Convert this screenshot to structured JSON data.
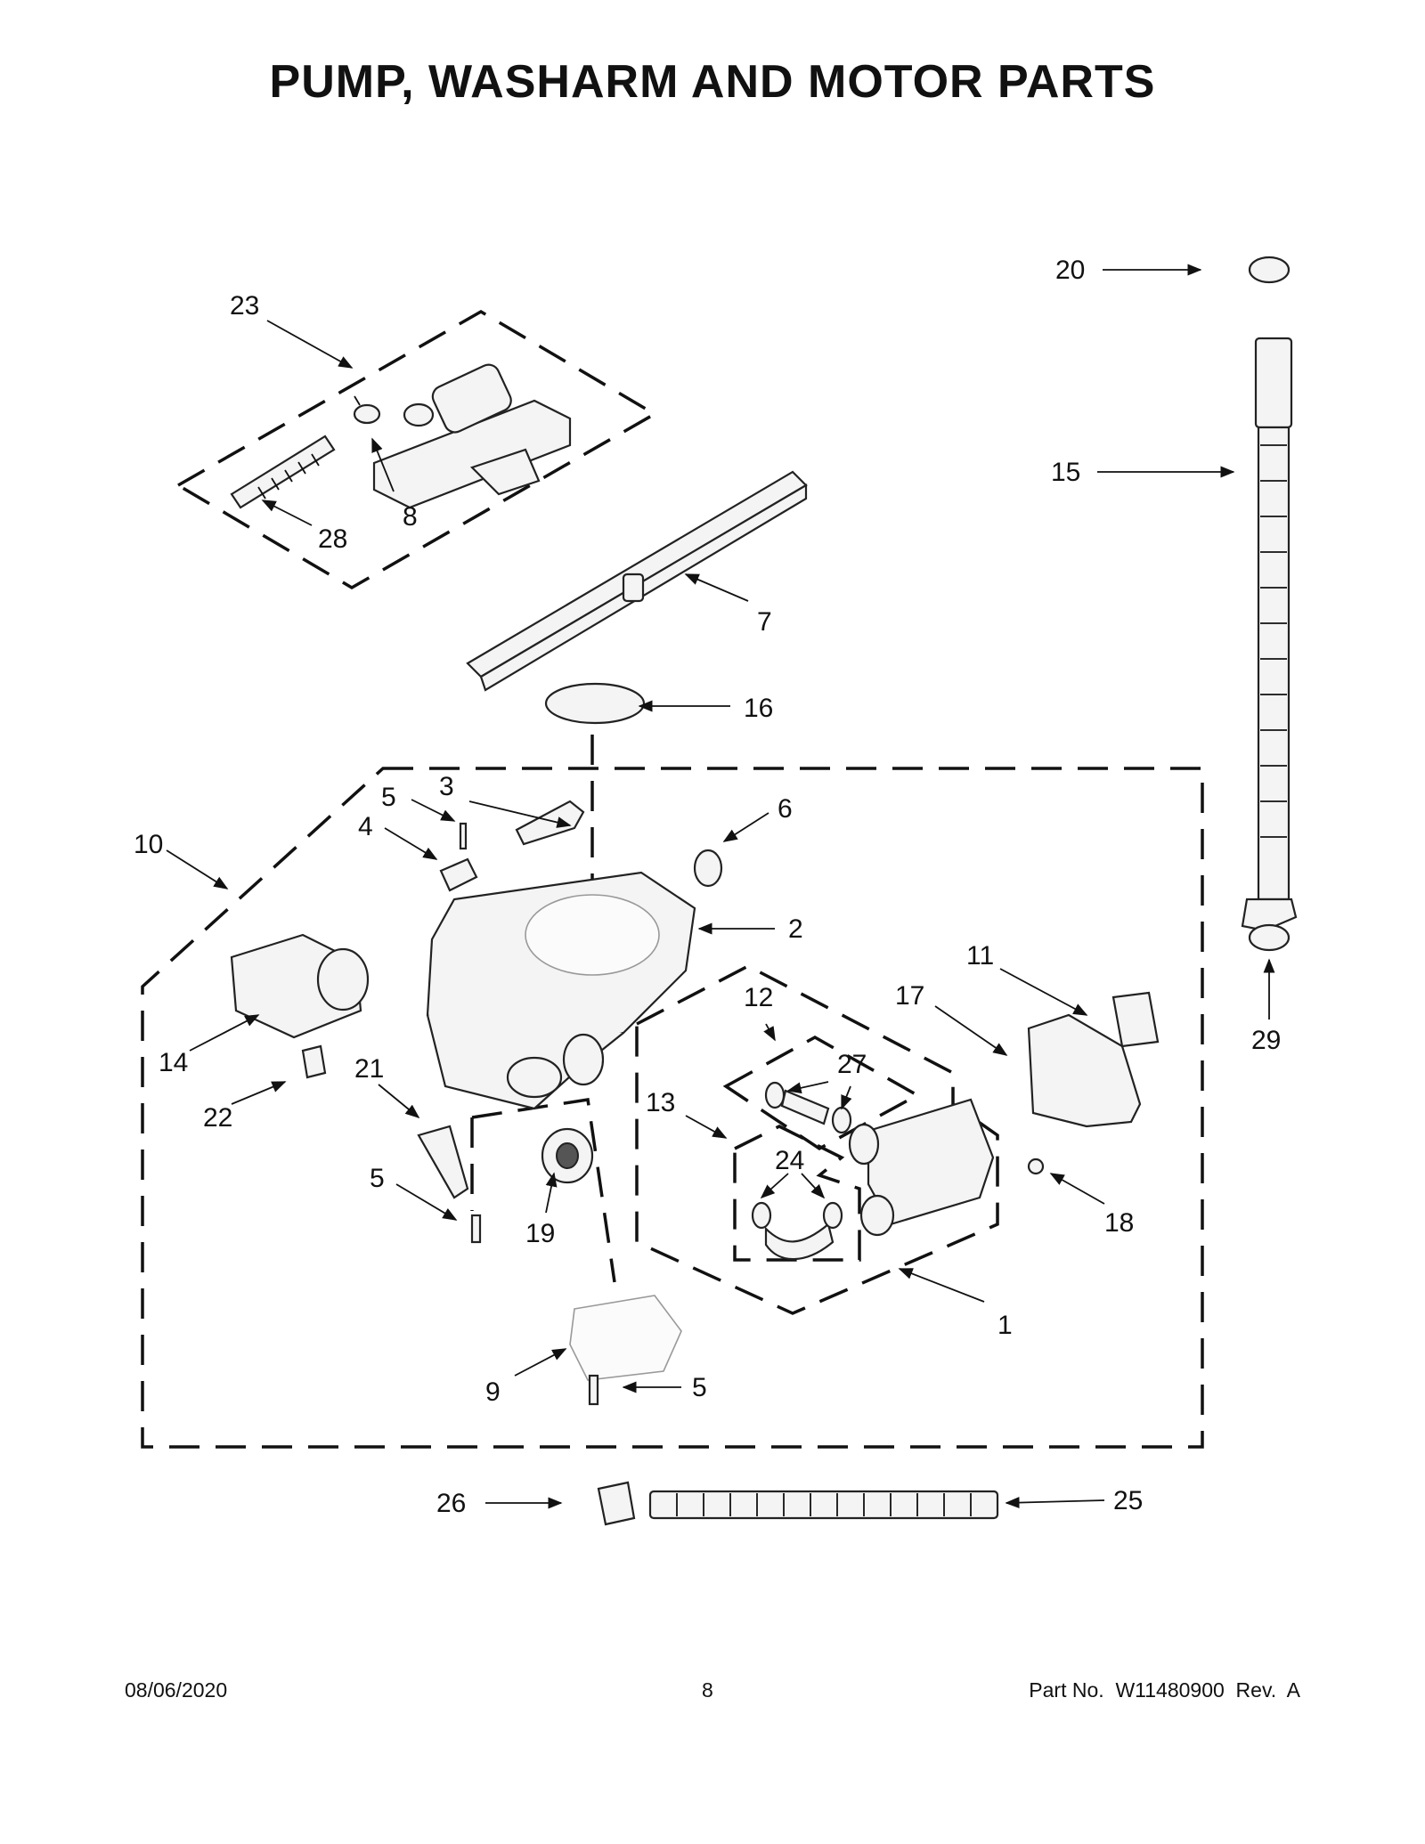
{
  "title": "PUMP, WASHARM AND MOTOR PARTS",
  "footer": {
    "date": "08/06/2020",
    "page": "8",
    "part_number": "Part No.  W11480900  Rev.  A"
  },
  "callouts": {
    "c1": "1",
    "c2": "2",
    "c3": "3",
    "c4": "4",
    "c5a": "5",
    "c5b": "5",
    "c5c": "5",
    "c6": "6",
    "c7": "7",
    "c8": "8",
    "c9": "9",
    "c10": "10",
    "c11": "11",
    "c12": "12",
    "c13": "13",
    "c14": "14",
    "c15": "15",
    "c16": "16",
    "c17": "17",
    "c18": "18",
    "c19": "19",
    "c20": "20",
    "c21": "21",
    "c22": "22",
    "c23": "23",
    "c24": "24",
    "c25": "25",
    "c26": "26",
    "c27": "27",
    "c28": "28",
    "c29": "29"
  }
}
